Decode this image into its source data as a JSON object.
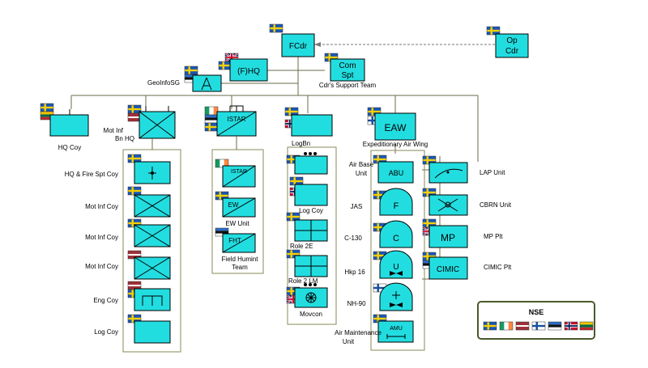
{
  "colors": {
    "unit_fill": "#22dde0",
    "line": "#6b6b4a",
    "legend_border": "#4a5a2a"
  },
  "top": {
    "fcdr": "FCdr",
    "op_cdr_1": "Op",
    "op_cdr_2": "Cdr",
    "fhq": "(F)HQ",
    "com_spt_1": "Com",
    "com_spt_2": "Spt",
    "cdrs_support_team": "Cdr's Support Team",
    "geoinfosg": "GeoInfoSG"
  },
  "battalion": {
    "hq_coy": "HQ Coy",
    "mot_inf_label_1": "Mot Inf",
    "mot_inf_label_2": "Bn HQ",
    "companies": [
      "HQ & Fire Spt Coy",
      "Mot Inf Coy",
      "Mot Inf Coy",
      "Mot Inf Coy",
      "Eng Coy",
      "Log Coy"
    ]
  },
  "istar": {
    "title": "ISTAR",
    "sub_unit_label": "ISTAR",
    "ew_label": "EW",
    "ew_unit": "EW Unit",
    "fht_label": "FHT",
    "field_humint_1": "Field Humint",
    "field_humint_2": "Team"
  },
  "log": {
    "logbn": "LogBn",
    "log_coy": "Log Coy",
    "role2e": "Role 2E",
    "role2lm": "Role 2 LM",
    "movcon": "Movcon"
  },
  "air": {
    "eaw": "EAW",
    "eaw_label": "Expeditionary Air Wing",
    "abu": "ABU",
    "air_base_1": "Air Base",
    "air_base_2": "Unit",
    "jas": "JAS",
    "c130": "C-130",
    "hkp16": "Hkp 16",
    "nh90": "NH-90",
    "amu": "AMU",
    "air_maint_1": "Air Maintenance",
    "air_maint_2": "Unit",
    "f_letter": "F",
    "c_letter": "C",
    "u_letter": "U"
  },
  "support_units": {
    "lap": "LAP Unit",
    "cbrn": "CBRN  Unit",
    "mp": "MP",
    "mp_label": "MP  Plt",
    "cimic": "CIMIC",
    "cimic_label": "CIMIC  Plt"
  },
  "legend": {
    "title": "NSE"
  }
}
